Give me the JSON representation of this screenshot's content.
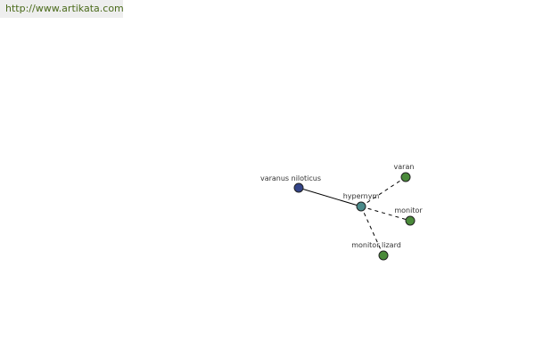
{
  "site": {
    "url": "http://www.artikata.com"
  },
  "graph": {
    "nodes": [
      {
        "id": "varanus_niloticus",
        "label": "varanus niloticus",
        "color": "#334488"
      },
      {
        "id": "hypernym",
        "label": "hypernym",
        "color": "#4a8a8a"
      },
      {
        "id": "varan",
        "label": "varan",
        "color": "#4a8a3a"
      },
      {
        "id": "monitor",
        "label": "monitor",
        "color": "#4a8a3a"
      },
      {
        "id": "monitor_lizard",
        "label": "monitor lizard",
        "color": "#4a8a3a"
      }
    ],
    "edges": [
      {
        "from": "varanus_niloticus",
        "to": "hypernym",
        "style": "solid"
      },
      {
        "from": "hypernym",
        "to": "varan",
        "style": "dashed"
      },
      {
        "from": "hypernym",
        "to": "monitor",
        "style": "dashed"
      },
      {
        "from": "hypernym",
        "to": "monitor_lizard",
        "style": "dashed"
      }
    ]
  }
}
